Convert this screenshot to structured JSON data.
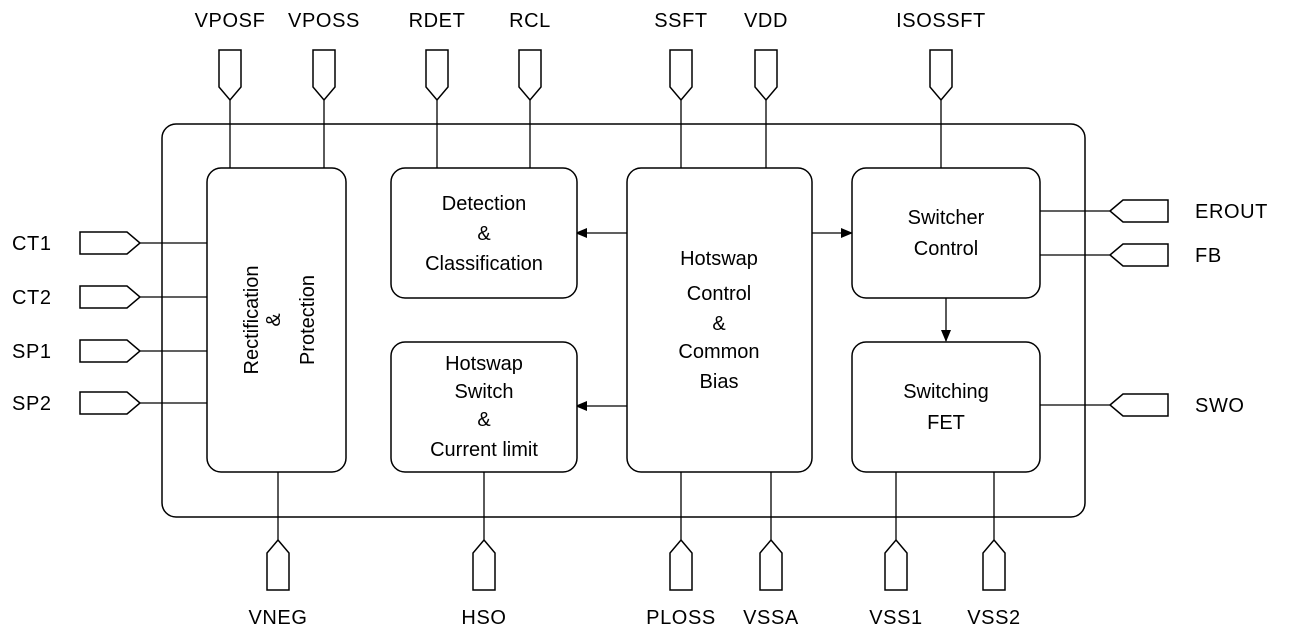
{
  "blocks": {
    "rectification": [
      "Rectification",
      "&",
      "Protection"
    ],
    "detection": [
      "Detection",
      "&",
      "Classification"
    ],
    "hotswap_switch": [
      "Hotswap",
      "Switch",
      "&",
      "Current limit"
    ],
    "hotswap_control": [
      "Hotswap",
      "Control",
      "&",
      "Common",
      "Bias"
    ],
    "switcher_control": [
      "Switcher",
      "Control"
    ],
    "switching_fet": [
      "Switching",
      "FET"
    ]
  },
  "pins": {
    "top": [
      "VPOSF",
      "VPOSS",
      "RDET",
      "RCL",
      "SSFT",
      "VDD",
      "ISOSSFT"
    ],
    "bottom": [
      "VNEG",
      "HSO",
      "PLOSS",
      "VSSA",
      "VSS1",
      "VSS2"
    ],
    "left": [
      "CT1",
      "CT2",
      "SP1",
      "SP2"
    ],
    "right": [
      "EROUT",
      "FB",
      "SWO"
    ]
  }
}
